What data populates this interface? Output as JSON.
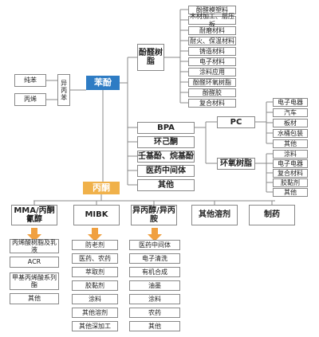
{
  "colors": {
    "phenol_hub": "#2e7cc4",
    "acetone_hub": "#f0b14a",
    "arrow": "#f0a040",
    "line": "#888888"
  },
  "inputs": {
    "benzene": "纯苯",
    "propylene": "丙烯",
    "cumene": "异丙苯"
  },
  "hubs": {
    "phenol": "苯酚",
    "acetone": "丙酮"
  },
  "phenolic_resin": {
    "label": "酚醛树脂",
    "uses": [
      "酚醛模塑料",
      "木材加工、层压板",
      "耐磨材料",
      "耐火、保温材料",
      "铸造材料",
      "电子材料",
      "涂料应用",
      "酚醛环氧树脂",
      "酚醛胶",
      "复合材料"
    ]
  },
  "phenol_products": [
    "BPA",
    "环己酮",
    "壬基酚、烷基酚",
    "医药中间体",
    "其他"
  ],
  "pc": {
    "label": "PC",
    "uses": [
      "电子电器",
      "汽车",
      "板材",
      "水桶包装",
      "其他"
    ]
  },
  "epoxy": {
    "label": "环氧树脂",
    "uses": [
      "涂料",
      "电子电器",
      "复合材料",
      "胶黏剂",
      "其他"
    ]
  },
  "acetone_products": [
    {
      "label": "MMA/丙酮氰醇",
      "uses": [
        "丙烯酸树脂及乳液",
        "ACR",
        "甲基丙烯酸系列酯",
        "其他"
      ]
    },
    {
      "label": "MIBK",
      "uses": [
        "防老剂",
        "医药、农药",
        "萃取剂",
        "胶黏剂",
        "涂料",
        "其他溶剂",
        "其他深加工"
      ]
    },
    {
      "label": "异丙醇/异丙胺",
      "uses": [
        "医药中间体",
        "电子清洗",
        "有机合成",
        "油墨",
        "涂料",
        "农药",
        "其他"
      ]
    },
    {
      "label": "其他溶剂",
      "uses": []
    },
    {
      "label": "制药",
      "uses": []
    }
  ]
}
